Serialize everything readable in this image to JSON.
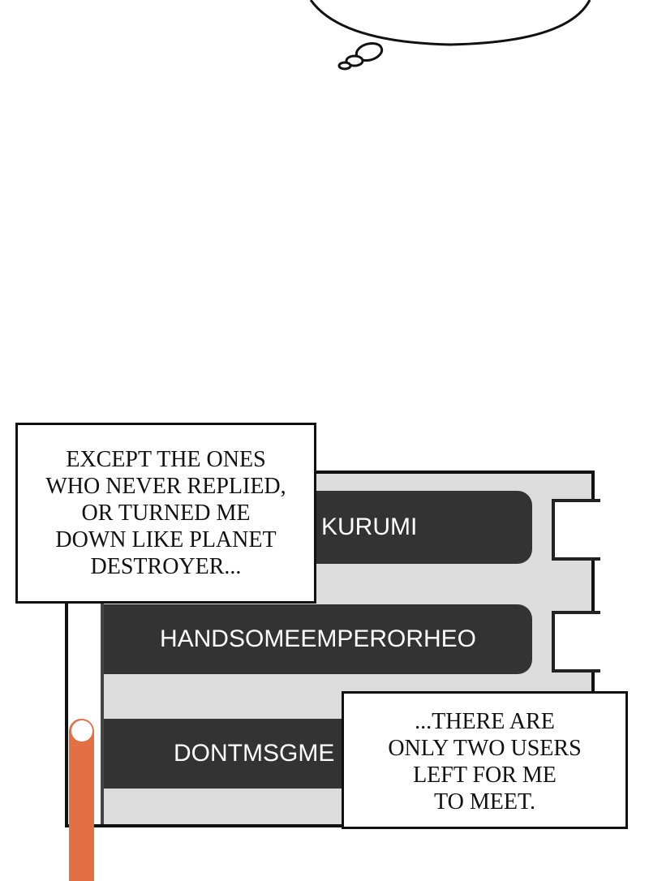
{
  "captions": {
    "first": "EXCEPT THE ONES\nWHO NEVER REPLIED,\nOR TURNED ME\nDOWN LIKE PLANET\nDESTROYER...",
    "second": "...THERE ARE\nONLY TWO USERS\nLEFT FOR ME\nTO MEET."
  },
  "user_list": [
    {
      "name": "KURUMI",
      "checked": false
    },
    {
      "name": "HANDSOMEEMPERORHEO",
      "checked": false
    },
    {
      "name": "DONTMSGME",
      "checked": false
    }
  ],
  "colors": {
    "accent": "#e36f45",
    "row": "#333333",
    "screen": "#dcdcdc"
  }
}
